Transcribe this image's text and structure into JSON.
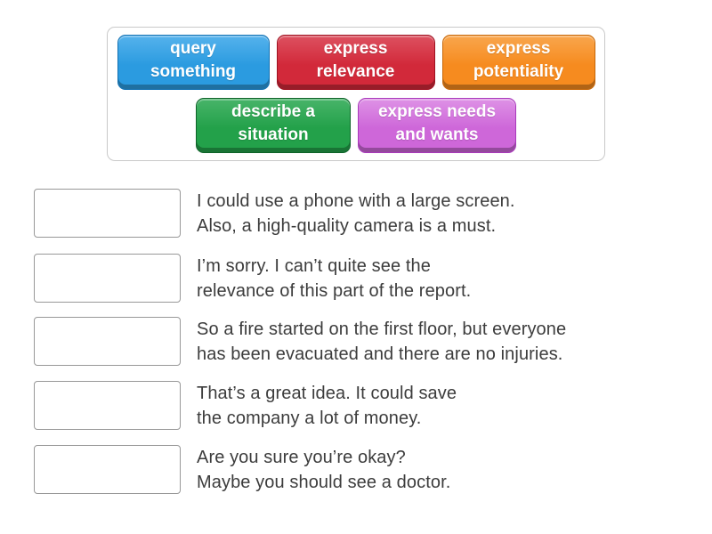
{
  "activity": {
    "type_label": "match-up",
    "colors": {
      "page_bg": "#ffffff",
      "panel_border": "#c9c9c9",
      "dropbox_border": "#989898",
      "clue_text": "#3c3c3c",
      "chip_text": "#ffffff"
    }
  },
  "word_bank": {
    "chips": [
      {
        "label": "query something",
        "lines": [
          "query",
          "something"
        ],
        "colors": {
          "main": "#2b9be0",
          "light": "#55b2ec",
          "dark": "#1371b2"
        }
      },
      {
        "label": "express relevance",
        "lines": [
          "express",
          "relevance"
        ],
        "colors": {
          "main": "#d2293a",
          "light": "#dd5160",
          "dark": "#9d1120"
        }
      },
      {
        "label": "express potentiality",
        "lines": [
          "express",
          "potentiality"
        ],
        "colors": {
          "main": "#f68b1f",
          "light": "#f9a64d",
          "dark": "#c66708"
        }
      },
      {
        "label": "describe a situation",
        "lines": [
          "describe a",
          "situation"
        ],
        "colors": {
          "main": "#23a14a",
          "light": "#48b469",
          "dark": "#0e6329"
        }
      },
      {
        "label": "express needs and wants",
        "lines": [
          "express needs",
          "and wants"
        ],
        "colors": {
          "main": "#ce67d9",
          "light": "#de92e6",
          "dark": "#a939bb"
        }
      }
    ]
  },
  "rows": [
    {
      "lines": [
        "I could use a phone with a large screen.",
        "Also, a high-quality camera is a must."
      ]
    },
    {
      "lines": [
        "I’m sorry. I can’t quite see the",
        "relevance of this part of the report."
      ]
    },
    {
      "lines": [
        "So a fire started on the first floor, but everyone",
        "has been evacuated and there are no injuries."
      ]
    },
    {
      "lines": [
        "That’s a great idea. It could save",
        "the company a lot of money."
      ]
    },
    {
      "lines": [
        "Are you sure you’re okay?",
        "Maybe you should see a doctor."
      ]
    }
  ]
}
